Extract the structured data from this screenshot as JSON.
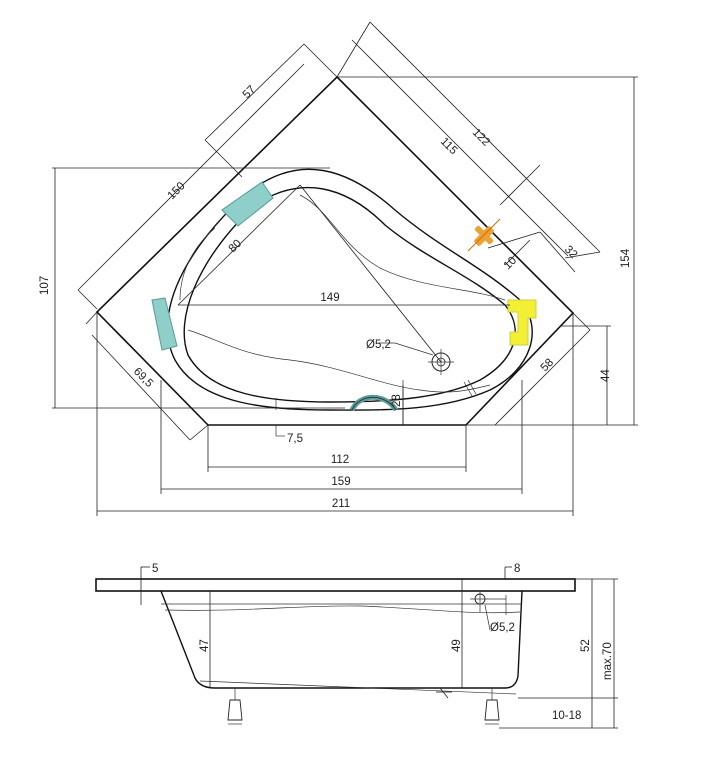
{
  "top_view": {
    "dims": {
      "d57": "57",
      "d150": "150",
      "d80": "80",
      "d107": "107",
      "d69_5": "69,5",
      "d149": "149",
      "d115": "115",
      "d122": "122",
      "d10": "10",
      "d32": "32",
      "d154": "154",
      "d58": "58",
      "d44": "44",
      "d28": "28",
      "d7_5": "7,5",
      "d112": "112",
      "d159": "159",
      "d211": "211",
      "drain": "Ø5,2"
    }
  },
  "side_view": {
    "dims": {
      "d5": "5",
      "d8": "8",
      "d47": "47",
      "d49": "49",
      "d52": "52",
      "dmax70": "max.70",
      "d10_18": "10-18",
      "drain": "Ø5,2"
    }
  },
  "colors": {
    "headrest": "#8fcfc9",
    "headrest_stroke": "#5a9a98",
    "faucet": "#f0a030",
    "handle": "#f2ef34",
    "handle_stroke": "#c8d040"
  }
}
